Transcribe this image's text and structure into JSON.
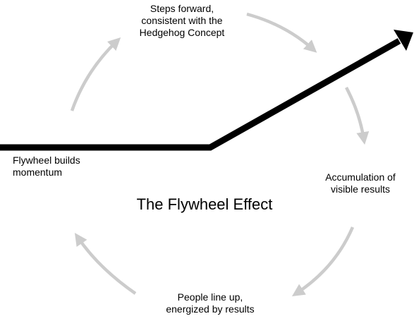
{
  "diagram": {
    "title": "The Flywheel Effect",
    "colors": {
      "cycle_arrows": "#cccccc",
      "momentum_line": "#000000",
      "text": "#000000",
      "background": "#ffffff"
    },
    "stages": [
      {
        "id": "steps",
        "lines": [
          "Steps forward,",
          "consistent with the",
          "Hedgehog Concept"
        ]
      },
      {
        "id": "accumulation",
        "lines": [
          "Accumulation of",
          "visible results"
        ]
      },
      {
        "id": "people",
        "lines": [
          "People line up,",
          "energized by results"
        ]
      },
      {
        "id": "flywheel",
        "lines": [
          "Flywheel builds",
          "momentum"
        ]
      }
    ]
  }
}
